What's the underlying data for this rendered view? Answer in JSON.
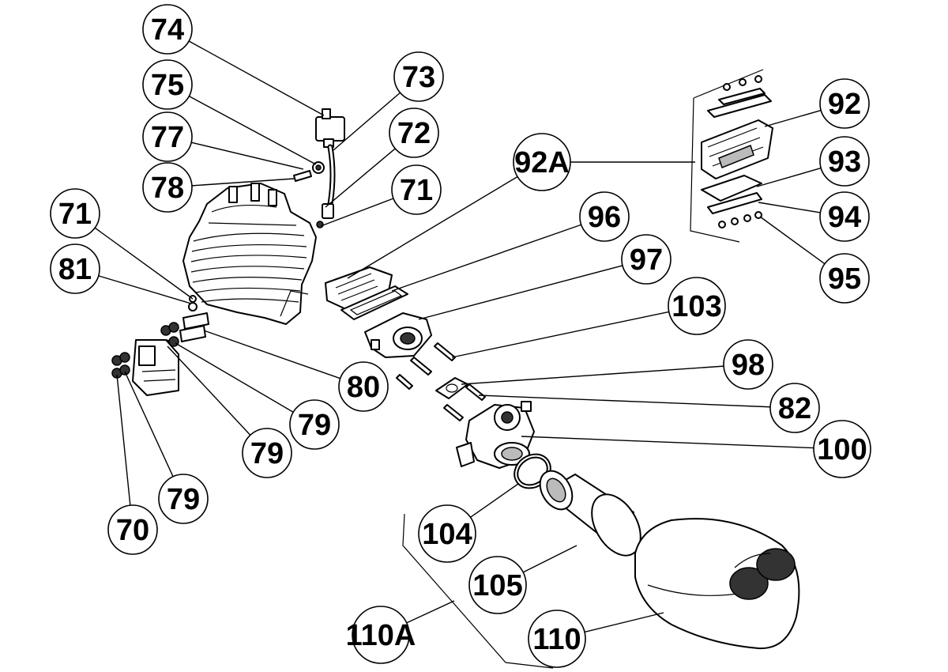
{
  "callouts": [
    {
      "id": "74",
      "label": "74"
    },
    {
      "id": "75",
      "label": "75"
    },
    {
      "id": "73",
      "label": "73"
    },
    {
      "id": "77",
      "label": "77"
    },
    {
      "id": "72",
      "label": "72"
    },
    {
      "id": "78",
      "label": "78"
    },
    {
      "id": "71a",
      "label": "71"
    },
    {
      "id": "92A",
      "label": "92A"
    },
    {
      "id": "96",
      "label": "96"
    },
    {
      "id": "71b",
      "label": "71"
    },
    {
      "id": "81",
      "label": "81"
    },
    {
      "id": "97",
      "label": "97"
    },
    {
      "id": "92",
      "label": "92"
    },
    {
      "id": "93",
      "label": "93"
    },
    {
      "id": "94",
      "label": "94"
    },
    {
      "id": "95",
      "label": "95"
    },
    {
      "id": "103",
      "label": "103"
    },
    {
      "id": "98",
      "label": "98"
    },
    {
      "id": "80",
      "label": "80"
    },
    {
      "id": "82",
      "label": "82"
    },
    {
      "id": "79a",
      "label": "79"
    },
    {
      "id": "79b",
      "label": "79"
    },
    {
      "id": "100",
      "label": "100"
    },
    {
      "id": "79c",
      "label": "79"
    },
    {
      "id": "70",
      "label": "70"
    },
    {
      "id": "104",
      "label": "104"
    },
    {
      "id": "105",
      "label": "105"
    },
    {
      "id": "110A",
      "label": "110A"
    },
    {
      "id": "110",
      "label": "110"
    }
  ]
}
